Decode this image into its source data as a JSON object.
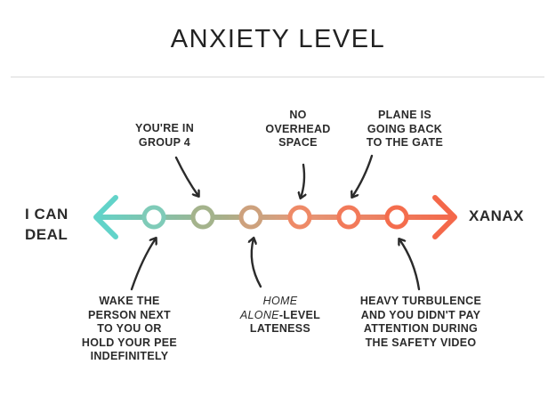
{
  "title": "ANXIETY LEVEL",
  "left_end": [
    "I CAN",
    "DEAL"
  ],
  "right_end": "XANAX",
  "scale_colors": {
    "start": "#62d3c9",
    "end": "#f4684a"
  },
  "top_labels": [
    {
      "lines": [
        "YOU'RE IN",
        "GROUP 4"
      ]
    },
    {
      "lines": [
        "NO",
        "OVERHEAD",
        "SPACE"
      ]
    },
    {
      "lines": [
        "PLANE IS",
        "GOING BACK",
        "TO THE GATE"
      ]
    }
  ],
  "bottom_labels": [
    {
      "lines": [
        "WAKE THE",
        "PERSON NEXT",
        "TO YOU OR",
        "HOLD YOUR PEE",
        "INDEFINITELY"
      ]
    },
    {
      "italic": "HOME",
      "italic2": "ALONE",
      "suffix": "-LEVEL",
      "last": "LATENESS"
    },
    {
      "lines": [
        "HEAVY TURBULENCE",
        "AND YOU  DIDN'T PAY",
        "ATTENTION DURING",
        "THE SAFETY VIDEO"
      ]
    }
  ]
}
